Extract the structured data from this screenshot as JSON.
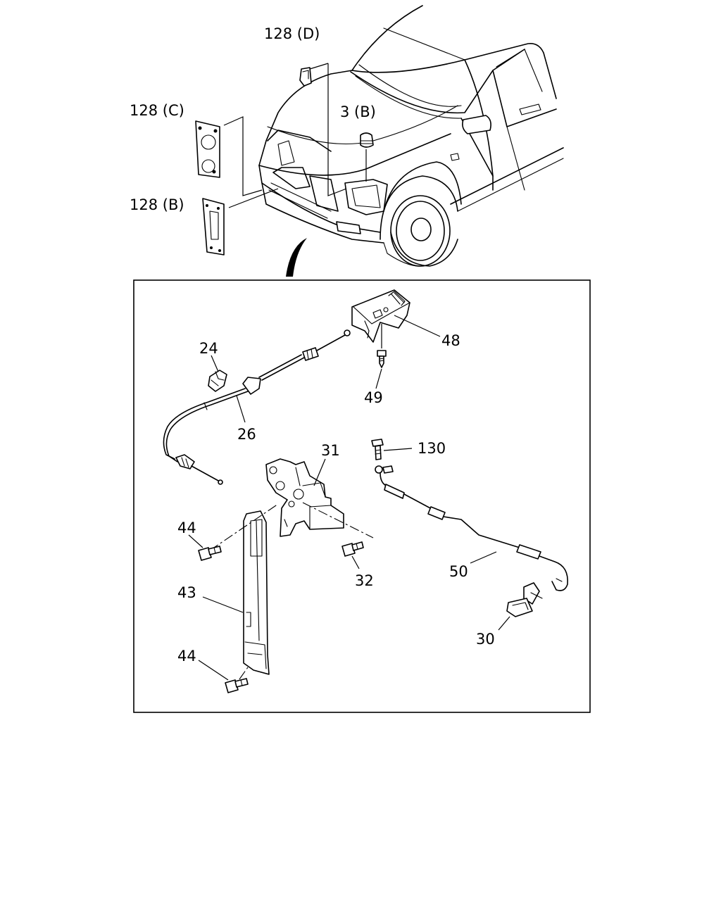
{
  "callouts": {
    "c128d": "128 (D)",
    "c128c": "128 (C)",
    "c128b": "128 (B)",
    "c3b": "3 (B)",
    "c24": "24",
    "c26": "26",
    "c48": "48",
    "c49": "49",
    "c130": "130",
    "c31": "31",
    "c44a": "44",
    "c32": "32",
    "c43": "43",
    "c50": "50",
    "c30": "30",
    "c44b": "44"
  }
}
